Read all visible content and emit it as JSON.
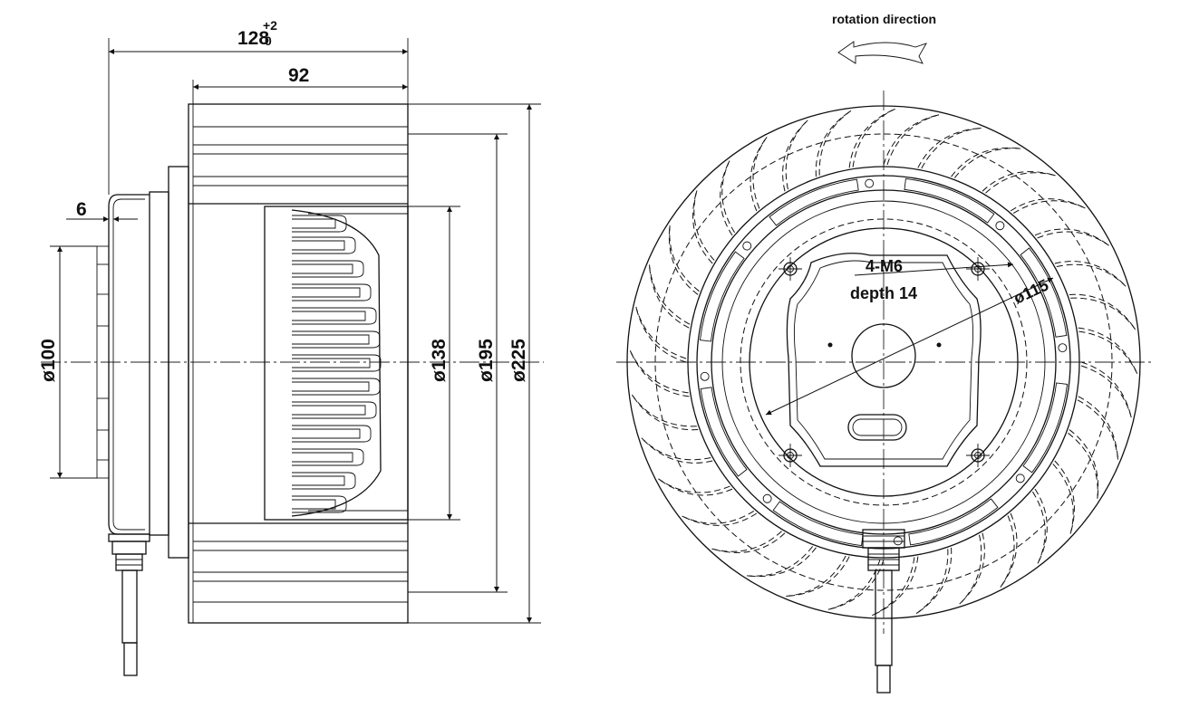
{
  "side_view": {
    "dims": {
      "overall_width": "128",
      "tol_plus": "+2",
      "tol_zero": "0",
      "impeller_width": "92",
      "flange": "6",
      "dia_100": "ø100",
      "dia_138": "ø138",
      "dia_195": "ø195",
      "dia_225": "ø225"
    }
  },
  "front_view": {
    "rotation_label": "rotation direction",
    "holes_label": "4-M6",
    "depth_label": "depth 14",
    "pcd_label": "ø115",
    "blade_count": 36
  }
}
